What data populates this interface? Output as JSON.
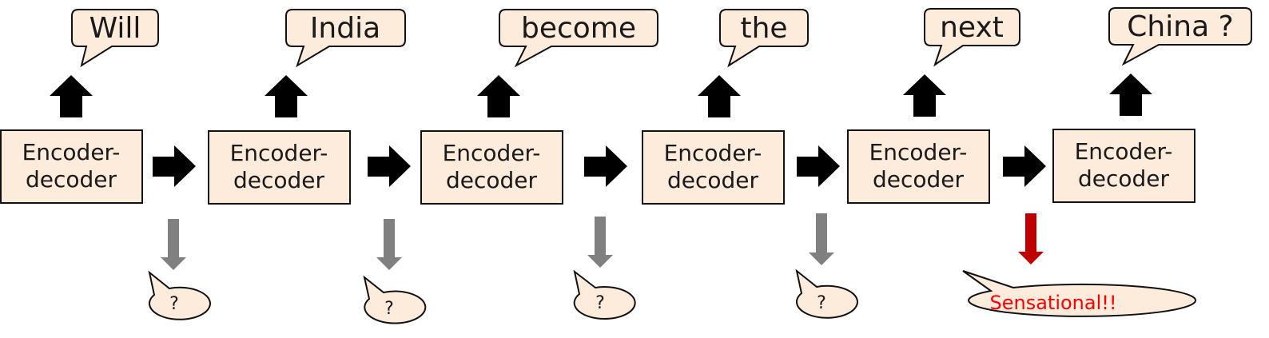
{
  "colors": {
    "fill": "#fdebdc",
    "stroke": "#111111",
    "arrow_black": "#000000",
    "arrow_gray": "#808080",
    "arrow_red": "#c00000",
    "sensational_text": "#ff0000"
  },
  "blocks": [
    {
      "line1": "Encoder-",
      "line2": "decoder",
      "word": "Will",
      "flag": "?",
      "flag_type": "gray"
    },
    {
      "line1": "Encoder-",
      "line2": "decoder",
      "word": "India",
      "flag": "?",
      "flag_type": "gray"
    },
    {
      "line1": "Encoder-",
      "line2": "decoder",
      "word": "become",
      "flag": "?",
      "flag_type": "gray"
    },
    {
      "line1": "Encoder-",
      "line2": "decoder",
      "word": "the",
      "flag": "?",
      "flag_type": "gray"
    },
    {
      "line1": "Encoder-",
      "line2": "decoder",
      "word": "next",
      "flag": "Sensational!!",
      "flag_type": "red"
    },
    {
      "line1": "Encoder-",
      "line2": "decoder",
      "word": "China ?",
      "flag": null,
      "flag_type": "none"
    }
  ]
}
